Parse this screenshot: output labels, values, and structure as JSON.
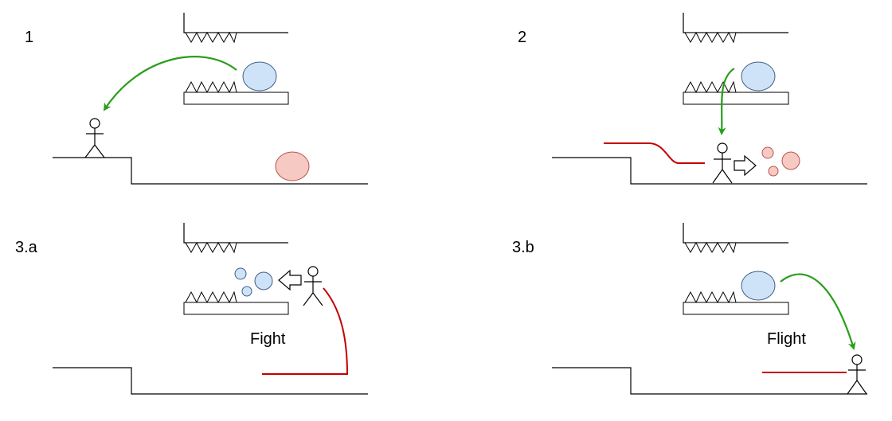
{
  "panels": [
    {
      "id": "1",
      "label": "1"
    },
    {
      "id": "2",
      "label": "2"
    },
    {
      "id": "3a",
      "label": "3.a"
    },
    {
      "id": "3b",
      "label": "3.b"
    }
  ],
  "captions": {
    "fight": "Fight",
    "flight": "Flight"
  },
  "colors": {
    "jump_arrow": "#2a9d1c",
    "path_line": "#c40000",
    "player_ball": "#cfe3f8",
    "enemy_ball": "#f6c9c3"
  }
}
